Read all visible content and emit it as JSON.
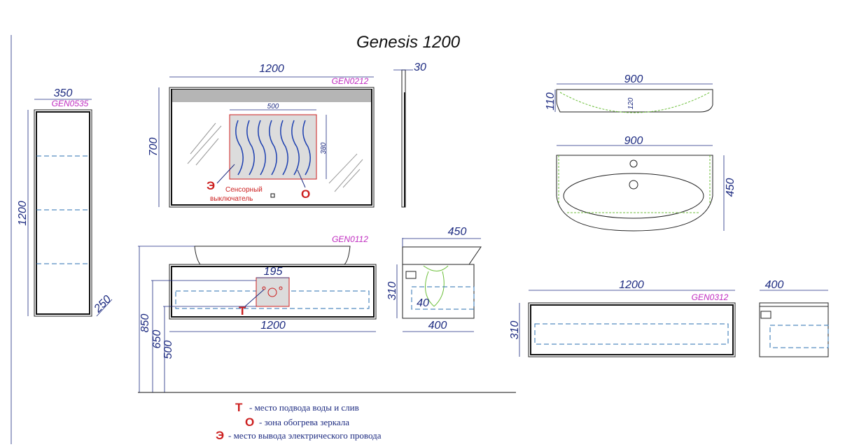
{
  "title": "Genesis 1200",
  "column": {
    "code": "GEN0535",
    "width": "350",
    "height": "1200",
    "depth": "250"
  },
  "mirror": {
    "code": "GEN0212",
    "width": "1200",
    "height": "700",
    "depth": "30",
    "zone_width": "500",
    "zone_height": "380",
    "sensor_line1": "Сенсорный",
    "sensor_line2": "выключатель",
    "mark_e": "Э",
    "mark_o": "O"
  },
  "basin": {
    "profile_width": "900",
    "profile_height": "110",
    "bowl_depth": "120",
    "top_width": "900",
    "top_depth": "450"
  },
  "vanity": {
    "code": "GEN0112",
    "width": "1200",
    "service_width": "195",
    "mark_t": "T",
    "h850": "850",
    "h650": "650",
    "h500": "500",
    "side_top": "450",
    "side_height": "310",
    "side_offset": "40",
    "side_depth": "400"
  },
  "cabinet": {
    "code": "GEN0312",
    "width": "1200",
    "height": "310",
    "side_depth": "400"
  },
  "legend": [
    {
      "mark": "T",
      "text": "- место подвода воды и слив"
    },
    {
      "mark": "O",
      "text": "- зона обогрева зеркала"
    },
    {
      "mark": "Э",
      "text": "- место вывода электрического провода"
    }
  ],
  "colors": {
    "dimension": "#1c2a80",
    "code": "#c02cc0",
    "marker": "#cc1f1f"
  }
}
